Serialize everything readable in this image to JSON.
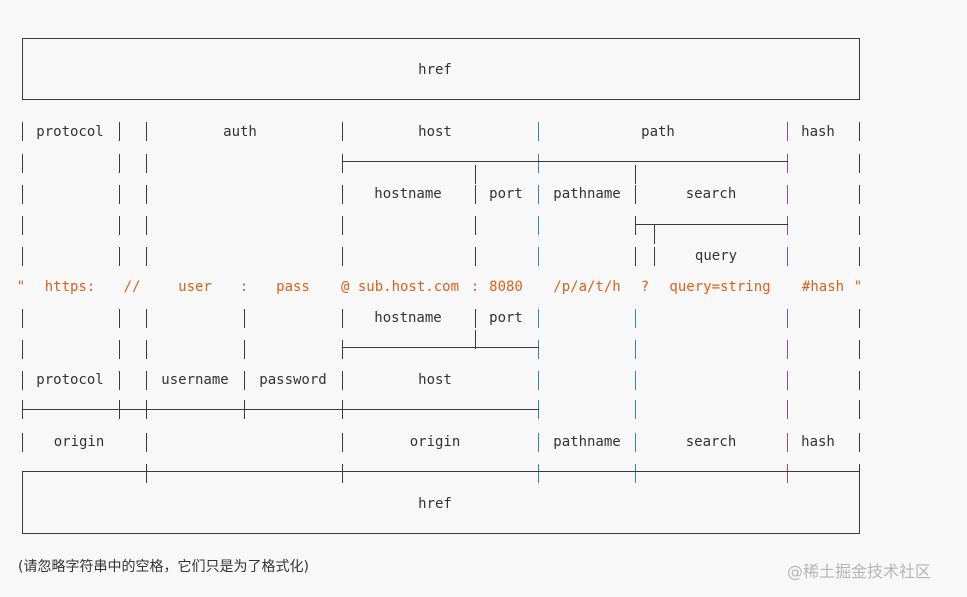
{
  "diagram": {
    "top_href": "href",
    "top_labels": {
      "protocol": "protocol",
      "auth": "auth",
      "host": "host",
      "path": "path",
      "hash": "hash",
      "hostname": "hostname",
      "port": "port",
      "pathname": "pathname",
      "search": "search",
      "query": "query"
    },
    "url_parts": {
      "open_quote": "\"",
      "protocol": "https:",
      "slashes": "//",
      "user": "user",
      "colon1": ":",
      "pass": "pass",
      "at_host": "@ sub.host.com",
      "colon2": ":",
      "port": "8080",
      "path": "/p/a/t/h",
      "question": "?",
      "query": "query=string",
      "hash": "#hash",
      "close_quote": "\""
    },
    "bottom_labels": {
      "hostname": "hostname",
      "port": "port",
      "protocol": "protocol",
      "username": "username",
      "password": "password",
      "host": "host",
      "origin_left": "origin",
      "origin_mid": "origin",
      "pathname": "pathname",
      "search": "search",
      "hash": "hash"
    },
    "bottom_href": "href",
    "colors": {
      "line": "#3b3b3b",
      "url_text": "#d9611c",
      "label_text": "#333333",
      "accent_teal": "#2f8f8f",
      "accent_purple": "#8a4aa8"
    }
  },
  "note": "(请忽略字符串中的空格，它们只是为了格式化)",
  "watermark": "@稀土掘金技术社区"
}
